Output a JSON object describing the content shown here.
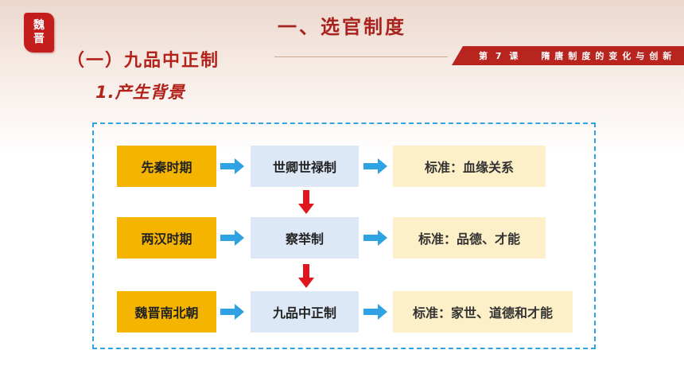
{
  "seal": {
    "char1": "魏",
    "char2": "晋"
  },
  "header": {
    "title": "一、选官制度",
    "section": "（一）九品中正制",
    "lesson_num": "第 7 课",
    "lesson_name": "隋唐制度的变化与创新"
  },
  "subheading": "1.产生背景",
  "rows": [
    {
      "period": "先秦时期",
      "system": "世卿世禄制",
      "standard": "标准：血缘关系"
    },
    {
      "period": "两汉时期",
      "system": "察举制",
      "standard": "标准：品德、才能"
    },
    {
      "period": "魏晋南北朝",
      "system": "九品中正制",
      "standard": "标准：家世、道德和才能"
    }
  ],
  "colors": {
    "accent_red": "#b3211b",
    "period_box": "#f5b400",
    "system_box": "#dde8f6",
    "standard_box": "#fdefc7",
    "flow_arrow": "#2ea2e3",
    "down_arrow": "#e0161d",
    "frame_border": "#2ea2e3"
  },
  "icons": {
    "right_arrow": "arrow-right-icon",
    "down_arrow": "arrow-down-icon"
  }
}
